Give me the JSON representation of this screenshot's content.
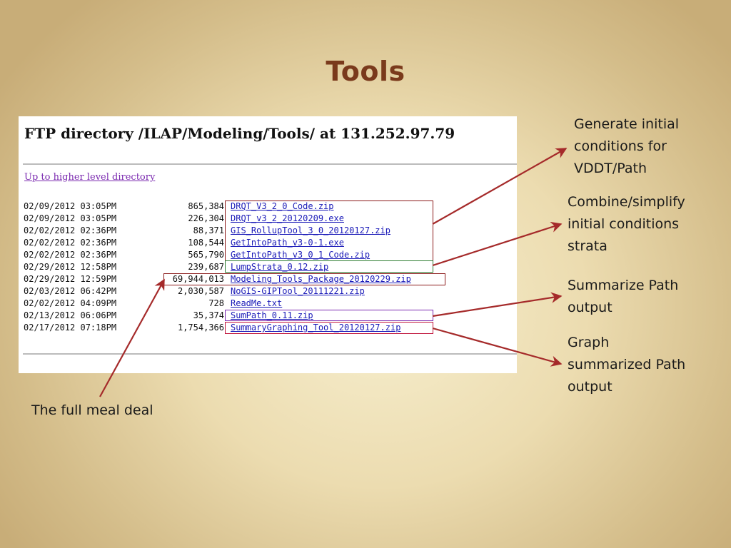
{
  "slide": {
    "title": "Tools"
  },
  "ftp": {
    "heading": "FTP directory /ILAP/Modeling/Tools/ at 131.252.97.79",
    "up_link": "Up to higher level directory",
    "files": [
      {
        "date": "02/09/2012 03:05PM",
        "size": "865,384",
        "name": "DRQT_V3_2_0_Code.zip"
      },
      {
        "date": "02/09/2012 03:05PM",
        "size": "226,304",
        "name": "DRQT_v3_2_20120209.exe"
      },
      {
        "date": "02/02/2012 02:36PM",
        "size": "88,371",
        "name": "GIS_RollupTool_3_0_20120127.zip"
      },
      {
        "date": "02/02/2012 02:36PM",
        "size": "108,544",
        "name": "GetIntoPath_v3-0-1.exe"
      },
      {
        "date": "02/02/2012 02:36PM",
        "size": "565,790",
        "name": "GetIntoPath_v3_0_1_Code.zip"
      },
      {
        "date": "02/29/2012 12:58PM",
        "size": "239,687",
        "name": "LumpStrata_0.12.zip"
      },
      {
        "date": "02/29/2012 12:59PM",
        "size": "69,944,013",
        "name": "Modeling_Tools_Package_20120229.zip"
      },
      {
        "date": "02/03/2012 06:42PM",
        "size": "2,030,587",
        "name": "NoGIS-GIPTool_20111221.zip"
      },
      {
        "date": "02/02/2012 04:09PM",
        "size": "728",
        "name": "ReadMe.txt"
      },
      {
        "date": "02/13/2012 06:06PM",
        "size": "35,374",
        "name": "SumPath_0.11.zip"
      },
      {
        "date": "02/17/2012 07:18PM",
        "size": "1,754,366",
        "name": "SummaryGraphing_Tool_20120127.zip"
      }
    ]
  },
  "annotations": {
    "generate": "Generate initial\nconditions for\nVDDT/Path",
    "combine": "Combine/simplify\ninitial conditions\nstrata",
    "summarize": "Summarize Path\noutput",
    "graph": "Graph\nsummarized Path\noutput",
    "full_meal": "The full meal deal"
  },
  "colors": {
    "title": "#7a3a1c",
    "arrow": "#a52a2a",
    "box_dark_red": "#8b1a1a",
    "box_green": "#2e7d32",
    "box_purple": "#7b2ab0",
    "box_red": "#c0143c",
    "link": "#1a1ab8",
    "visited_link": "#7b2ab0"
  }
}
